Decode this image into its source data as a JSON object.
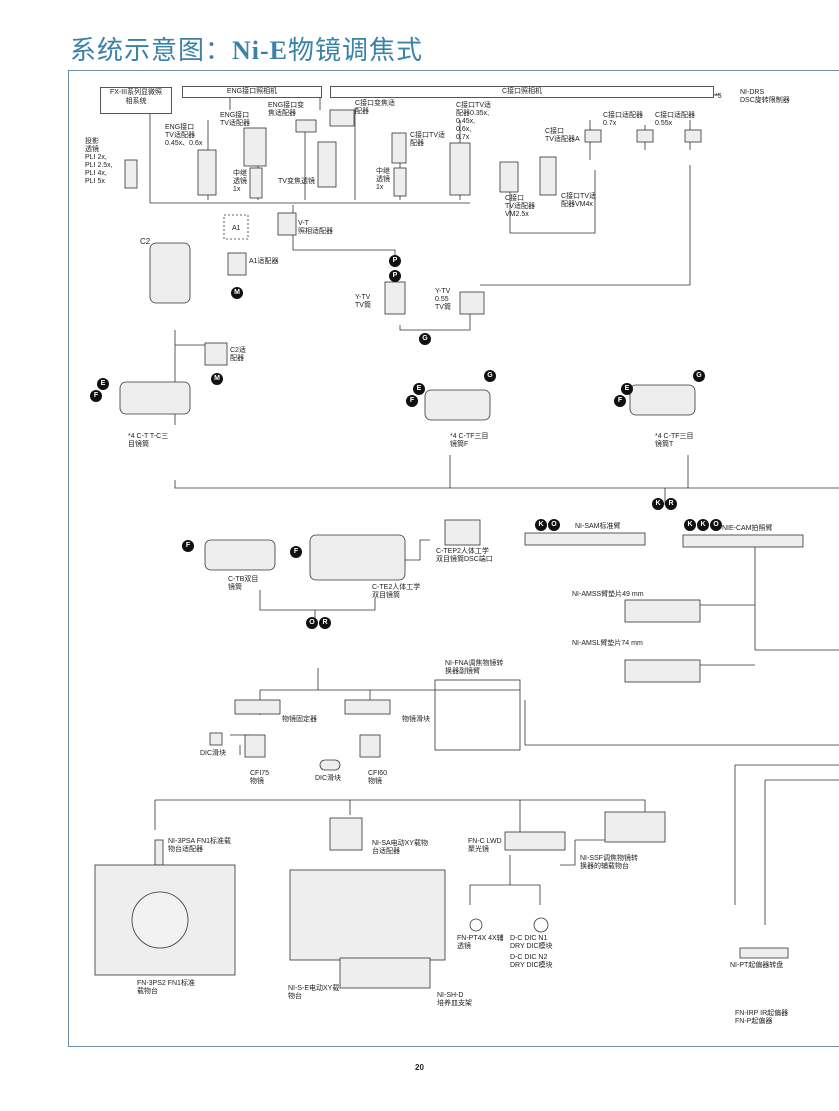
{
  "title_cn": "系统示意图：",
  "title_model": "Ni-E",
  "title_rest": "物镜调焦式",
  "page_number": "20",
  "headers": {
    "fx3": "FX-III系列显微照\n相系统",
    "eng": "ENG接口照相机",
    "c_mount": "C接口照相机",
    "ni_drs": "NI-DRS\nDSC旋转限制器",
    "star5": "*5"
  },
  "labels": {
    "projection_lens": "投影\n透镜\nPLI 2x,\nPLI 2.5x,\nPLI 4x,\nPLI 5x",
    "eng_tv_adapter": "ENG接口\nTV适配器\n0.45x、0.6x",
    "eng_tv_adapter2": "ENG接口\nTV适配器",
    "eng_zoom_adapter": "ENG接口变\n焦适配器",
    "relay_lens_1": "中继\n透镜\n1x",
    "tv_zoom_lens": "TV变焦透镜",
    "c_zoom_adapter": "C接口变焦适\n配器",
    "c_tv_adapter": "C接口TV适\n配器",
    "relay_lens_2": "中继\n透镜\n1x",
    "c_tv_adapter_multi": "C接口TV适\n配器0.35x,\n0.45x,\n0.6x,\n0.7x",
    "c_tv_adapter_a": "C接口\nTV适配器A",
    "c_adapter_07": "C接口适配器\n0.7x",
    "c_adapter_055": "C接口适配器\n0.55x",
    "c_tv_vm25": "C接口\nTV适配器\nVM2.5x",
    "c_tv_vm4": "C接口TV适\n配器VM4x",
    "a1_box": "A1",
    "a1_adapter": "A1适配器",
    "vt_adapter": "V-T\n照相适配器",
    "c2": "C2",
    "y_tv": "Y-TV\nTV筒",
    "y_tv_055": "Y-TV\n0.55\nTV筒",
    "c2_adapter": "C2适\n配器",
    "ctt_tc": "*4 C-T T-C三\n目镜筒",
    "ctf_f": "*4 C-TF三目\n镜筒F",
    "ctf_t": "*4 C-TF三目\n镜筒T",
    "ni_sam": "NI-SAM标准臂",
    "nie_cam": "NIE-CAM拍照臂",
    "c_tep2": "C-TEP2人体工学\n双目镜筒DSC端口",
    "c_tb": "C-TB双目\n镜筒",
    "c_te2": "C-TE2人体工学\n双目镜筒",
    "ni_amss": "NI-AMSS臂垫片49 mm",
    "ni_amsl": "NI-AMSL臂垫片74 mm",
    "ni_fna": "NI-FNA调焦物镜转\n换器副镜臂",
    "obj_holder": "物镜固定器",
    "obj_slider": "物镜滑块",
    "dic_slider_1": "DIC滑块",
    "dic_slider_2": "DIC滑块",
    "cfi75": "CFI75\n物镜",
    "cfi60": "CFI60\n物镜",
    "ni_3psa": "NI-3PSA FN1标准载\n物台适配器",
    "ni_sa": "NI-SA电动XY载物\n台适配器",
    "fn_c_lwd": "FN-C LWD\n聚光镜",
    "ni_ssf": "NI-SSF调焦物镜转\n换器的辅载物台",
    "fn_pt4x": "FN-PT4X 4X辅\n透镜",
    "dc_dic_n1": "D-C DIC N1\nDRY DIC模块",
    "dc_dic_n2": "D-C DIC N2\nDRY DIC模块",
    "fn_3ps2": "FN-3PS2 FN1标准\n载物台",
    "ni_se": "NI-S-E电动XY载\n物台",
    "ni_shd": "NI-SH-D\n培养皿支架",
    "ni_pt": "NI-PT起偏器转盘",
    "fn_irp": "FN-IRP IR起偏器\nFN-P起偏器"
  },
  "badges": {
    "P": "P",
    "M": "M",
    "G": "G",
    "E": "E",
    "F": "F",
    "K": "K",
    "R": "R",
    "O": "O"
  },
  "colors": {
    "title": "#3b82a8",
    "frame": "#6f8fa8"
  }
}
